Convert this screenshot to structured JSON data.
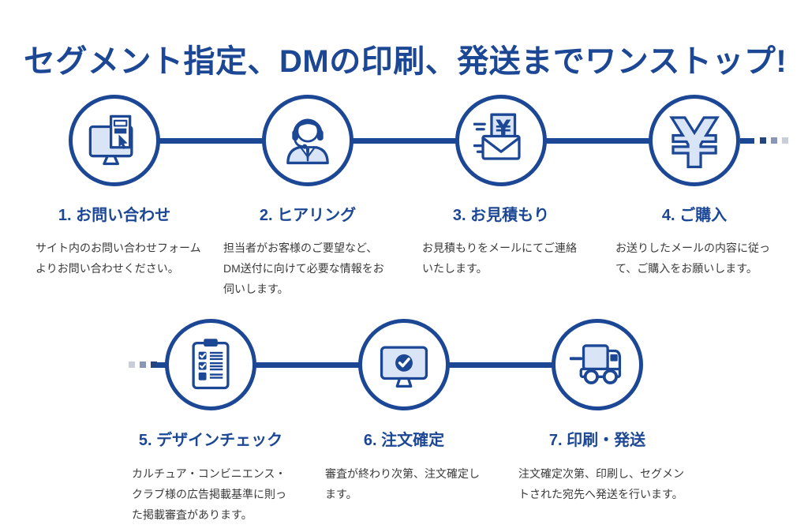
{
  "title": "セグメント指定、DMの印刷、発送までワンストップ!",
  "colors": {
    "primary": "#1c4795",
    "light": "#d9e5f7",
    "body": "#3a3a3a",
    "fade_dark": "#24437f",
    "fade_mid": "#8a96b5",
    "fade_light": "#c8cdd8"
  },
  "steps": [
    {
      "label": "1. お問い合わせ",
      "icon": "monitor-form-icon",
      "description": "サイト内のお問い合わせフォーム\nよりお問い合わせください。"
    },
    {
      "label": "2. ヒアリング",
      "icon": "operator-headset-icon",
      "description": "担当者がお客様のご要望など、\nDM送付に向けて必要な情報をお\n伺いします。"
    },
    {
      "label": "3. お見積もり",
      "icon": "mail-quote-icon",
      "description": "お見積もりをメールにてご連絡\nいたします。"
    },
    {
      "label": "4. ご購入",
      "icon": "yen-icon",
      "description": "お送りしたメールの内容に従っ\nて、ご購入をお願いします。"
    },
    {
      "label": "5. デザインチェック",
      "icon": "checklist-clipboard-icon",
      "description": "カルチュア・コンビニエンス・\nクラブ様の広告掲載基準に則っ\nた掲載審査があります。"
    },
    {
      "label": "6. 注文確定",
      "icon": "monitor-check-icon",
      "description": "審査が終わり次第、注文確定し\nます。"
    },
    {
      "label": "7. 印刷・発送",
      "icon": "truck-icon",
      "description": "注文確定次第、印刷し、セグメン\nトされた宛先へ発送を行います。"
    }
  ]
}
